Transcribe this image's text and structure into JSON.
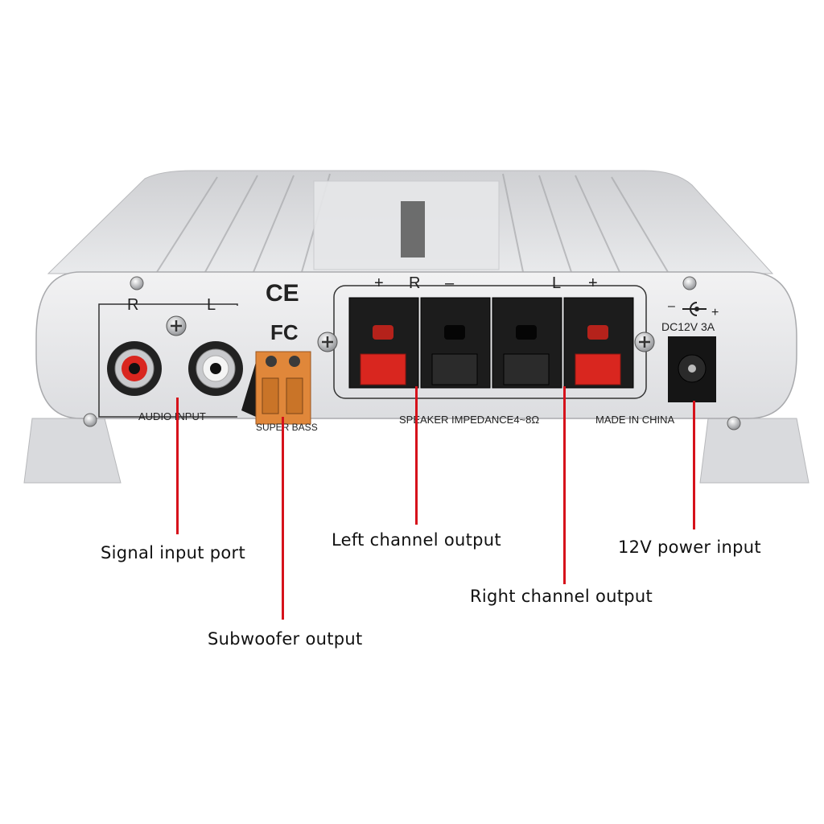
{
  "panel": {
    "rca_r": "R",
    "rca_l": "L",
    "audio_input": "AUDIO INPUT",
    "ce_mark": "CE",
    "fc_mark": "FC",
    "super_bass": "SUPER BASS",
    "term_plus_left": "+",
    "term_r": "R",
    "term_minus": "–",
    "term_l": "L",
    "term_plus_right": "+",
    "impedance": "SPEAKER IMPEDANCE4~8Ω",
    "made_in": "MADE IN CHINA",
    "dc_rating": "DC12V 3A",
    "dc_plus": "+",
    "dc_minus": "–"
  },
  "callouts": {
    "signal_input": "Signal  input port",
    "subwoofer": "Subwoofer output",
    "left_channel": "Left channel output",
    "right_channel": "Right channel output",
    "power_input": "12V power input"
  },
  "colors": {
    "leader_line": "#d6121b",
    "chassis": "#e4e5e7",
    "terminal_red": "#d9261f",
    "terminal_black": "#1c1c1c",
    "sub_terminal": "#e0873a"
  }
}
